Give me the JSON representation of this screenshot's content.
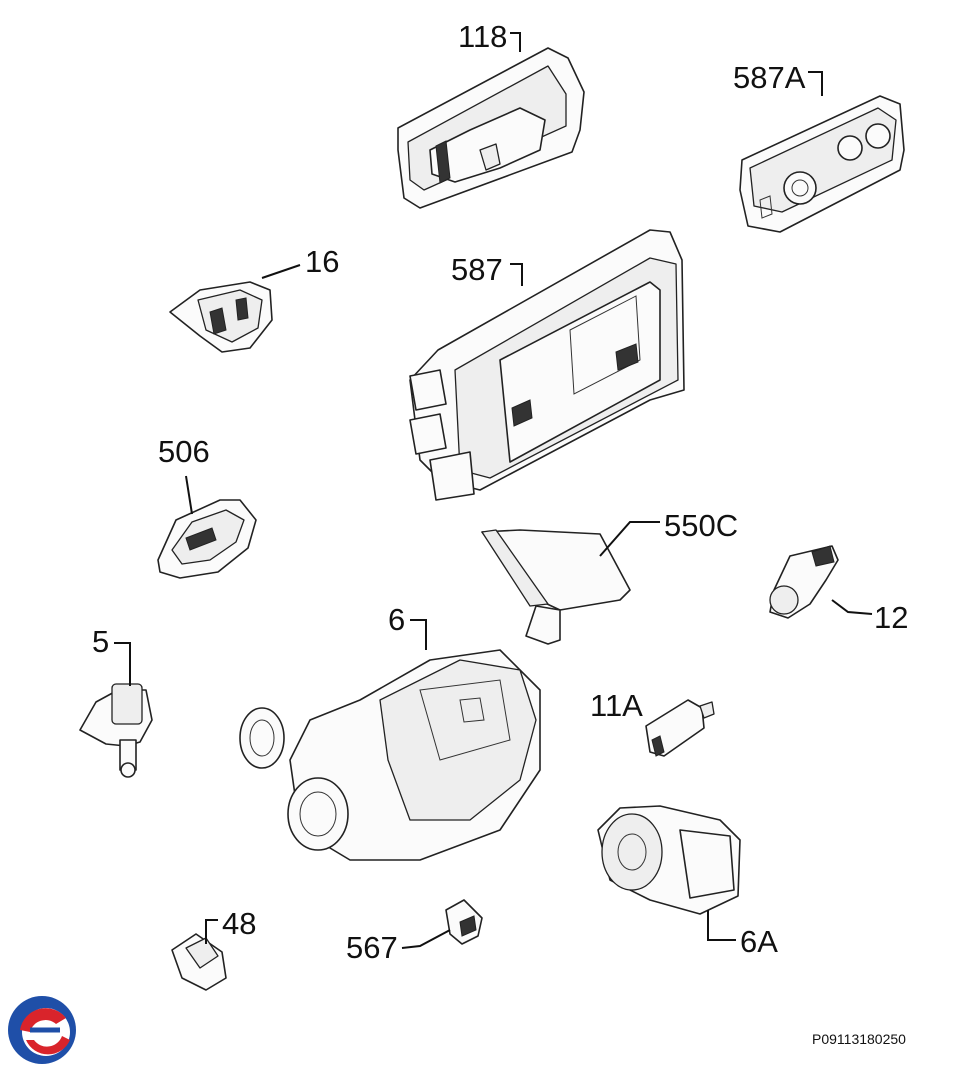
{
  "labels": {
    "p118": "118",
    "p587a": "587A",
    "p16": "16",
    "p587": "587",
    "p506": "506",
    "p550c": "550C",
    "p12": "12",
    "p5": "5",
    "p6": "6",
    "p11a": "11A",
    "p48": "48",
    "p567": "567",
    "p6a": "6A"
  },
  "footer": {
    "reference": "P09113180250"
  },
  "logo": {
    "colors": [
      "#1f4fa8",
      "#d9242b"
    ]
  }
}
